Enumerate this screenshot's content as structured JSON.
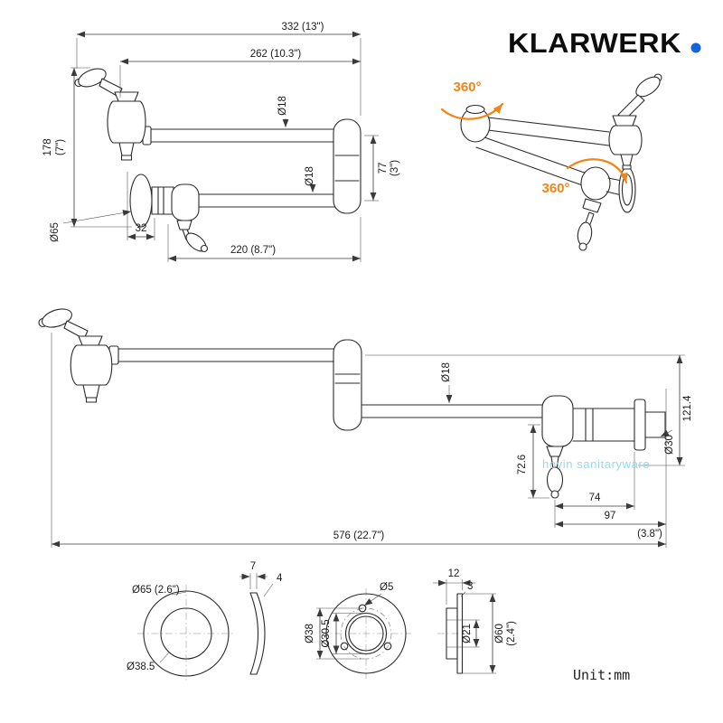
{
  "brand": {
    "name": "KLARWERK"
  },
  "colors": {
    "accent_blue": "#1565d8",
    "accent_orange": "#f08519",
    "watermark": "#8fd3e8"
  },
  "unit_label": "Unit:mm",
  "watermark_text": "hovin sanitaryware",
  "folded_view": {
    "overall_width": "332 (13\")",
    "upper_width": "262 (10.3\")",
    "height_mm": "178",
    "height_in": "(7\")",
    "upper_arm_dia": "Ø18",
    "arm_spacing_mm": "77",
    "arm_spacing_in": "(3\")",
    "lower_arm_dia": "Ø18",
    "flange_dia": "Ø65",
    "wall_offset": "32",
    "arm_length": "220 (8.7\")"
  },
  "perspective_view": {
    "swivel_upper": "360°",
    "swivel_lower": "360°"
  },
  "extended_view": {
    "arm_dia": "Ø18",
    "drop_height": "121.4",
    "outlet_dia": "Ø30",
    "handle_drop": "72.6",
    "handle_to_flange": "74",
    "handle_to_wall": "97",
    "handle_to_wall_in": "(3.8\")",
    "overall_length": "576 (22.7\")"
  },
  "flange_detail": {
    "outer_dia": "Ø65 (2.6\")",
    "inner_dia": "Ø38.5",
    "washer_width": "7",
    "washer_depth": "4"
  },
  "plate_detail": {
    "hole_dia": "Ø5",
    "opening_dia": "Ø30.5",
    "bolt_circle_dia": "Ø38",
    "boss_depth": "12",
    "plate_thickness": "3",
    "bore_dia": "Ø21",
    "outer_dia": "Ø60",
    "outer_dia_in": "(2.4\")"
  }
}
